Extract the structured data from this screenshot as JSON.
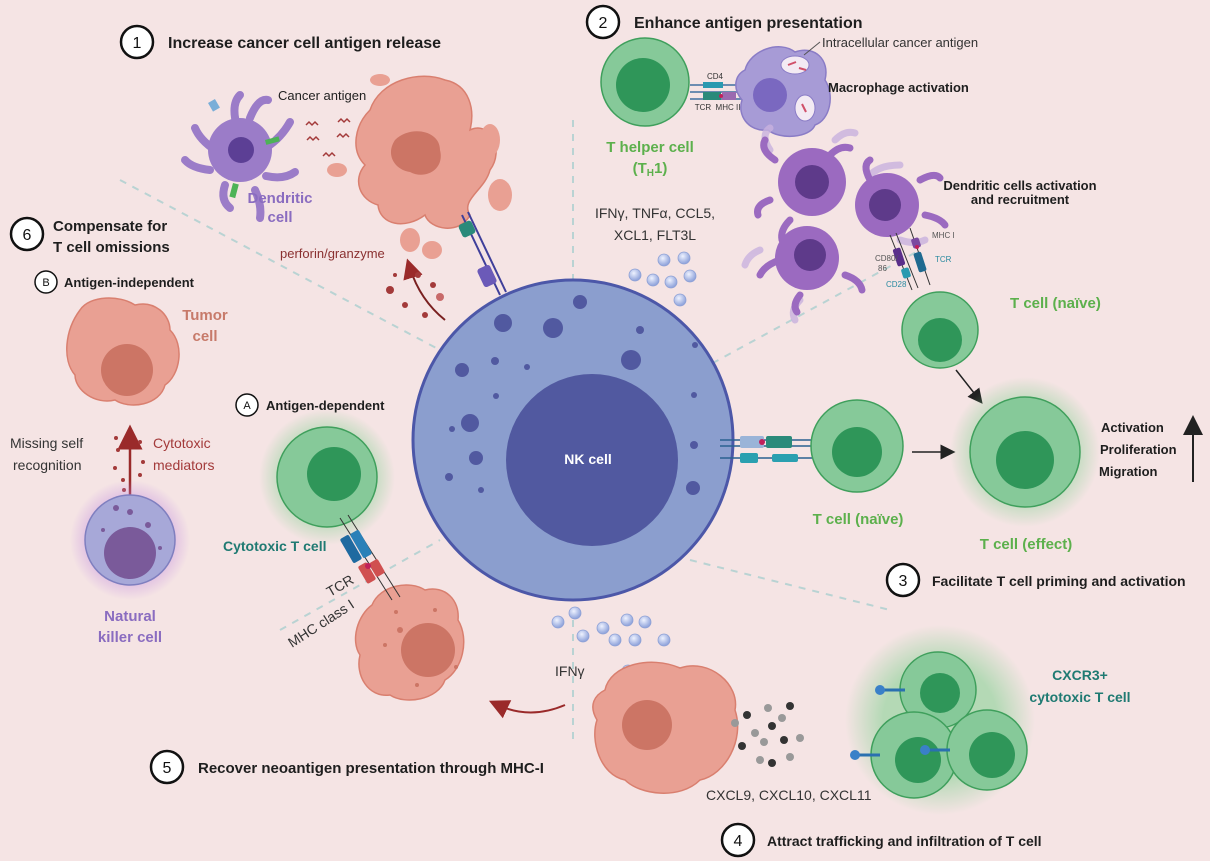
{
  "colors": {
    "background": "#f5e4e4",
    "nk_cytoplasm": "#8b9ece",
    "nk_nucleus": "#5159a0",
    "t_cell": "#86c999",
    "t_cell_nucleus": "#2f9659",
    "tumor": "#e9a093",
    "tumor_nucleus": "#cc7565",
    "dendritic": "#9b7cc8",
    "macrophage": "#a79bd6",
    "arrow_red": "#9a2a2a"
  },
  "center": {
    "label": "NK cell"
  },
  "steps": [
    {
      "number": "1",
      "title": "Increase cancer cell antigen release"
    },
    {
      "number": "2",
      "title": "Enhance antigen presentation"
    },
    {
      "number": "3",
      "title": "Facilitate T cell priming and activation"
    },
    {
      "number": "4",
      "title": "Attract trafficking and infiltration of T cell"
    },
    {
      "number": "5",
      "title": "Recover neoantigen presentation through MHC-I"
    },
    {
      "number": "6",
      "title_line1": "Compensate for",
      "title_line2": "T cell omissions"
    }
  ],
  "step1": {
    "cancer_antigen": "Cancer antigen",
    "dendritic_line1": "Dendritic",
    "dendritic_line2": "cell",
    "perforin": "perforin/granzyme"
  },
  "step2": {
    "intracellular": "Intracellular cancer antigen",
    "macrophage": "Macrophage activation",
    "cd4": "CD4",
    "tcr": "TCR",
    "mhc2": "MHC II",
    "th_line1": "T helper cell",
    "th_line2": "(T",
    "th_sub": "H",
    "th_line2_end": "1)",
    "cytokines_line1": "IFNγ, TNFα, CCL5,",
    "cytokines_line2": "XCL1, FLT3L",
    "dc_activation_line1": "Dendritic cells activation",
    "dc_activation_line2": "and recruitment",
    "mhc1": "MHC I",
    "cd80_line1": "CD80/",
    "cd80_line2": "86",
    "tcr2": "TCR",
    "cd28": "CD28",
    "t_naive": "T cell (naïve)"
  },
  "step3": {
    "t_naive": "T cell (naïve)",
    "t_effect": "T cell (effect)",
    "effects": [
      "Activation",
      "Proliferation",
      "Migration"
    ]
  },
  "step4": {
    "ifng": "IFNγ",
    "chemokines": "CXCL9, CXCL10, CXCL11",
    "cxcr3_line1": "CXCR3+",
    "cxcr3_line2": "cytotoxic T cell"
  },
  "step6": {
    "sub_a_letter": "A",
    "sub_a": "Antigen-dependent",
    "sub_b_letter": "B",
    "sub_b": "Antigen-independent",
    "tumor_line1": "Tumor",
    "tumor_line2": "cell",
    "missing_line1": "Missing self",
    "missing_line2": "recognition",
    "cytotoxic_line1": "Cytotoxic",
    "cytotoxic_line2": "mediators",
    "nk_line1": "Natural",
    "nk_line2": "killer cell",
    "ctl": "Cytotoxic T cell",
    "tcr": "TCR",
    "mhc_class1": "MHC class I"
  }
}
